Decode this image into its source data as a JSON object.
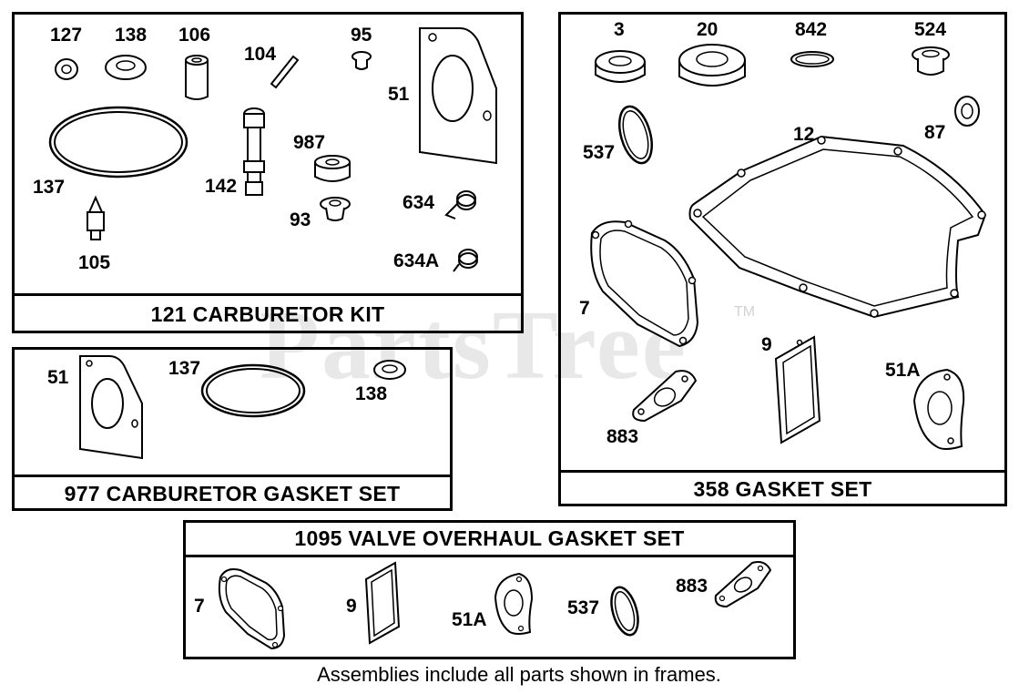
{
  "watermark": "PartsTree",
  "watermark_tm": "TM",
  "footnote": "Assemblies include all parts shown in frames.",
  "kits": {
    "carb_kit": {
      "title": "121 CARBURETOR KIT",
      "labels": [
        "127",
        "138",
        "106",
        "104",
        "95",
        "51",
        "137",
        "142",
        "987",
        "93",
        "634",
        "634A",
        "105"
      ]
    },
    "carb_gasket_set": {
      "title": "977 CARBURETOR GASKET SET",
      "labels": [
        "51",
        "137",
        "138"
      ]
    },
    "gasket_set": {
      "title": "358 GASKET SET",
      "labels": [
        "3",
        "20",
        "842",
        "524",
        "537",
        "12",
        "87",
        "7",
        "9",
        "51A",
        "883"
      ]
    },
    "valve_set": {
      "title": "1095 VALVE OVERHAUL GASKET SET",
      "labels": [
        "7",
        "9",
        "51A",
        "537",
        "883"
      ]
    }
  }
}
